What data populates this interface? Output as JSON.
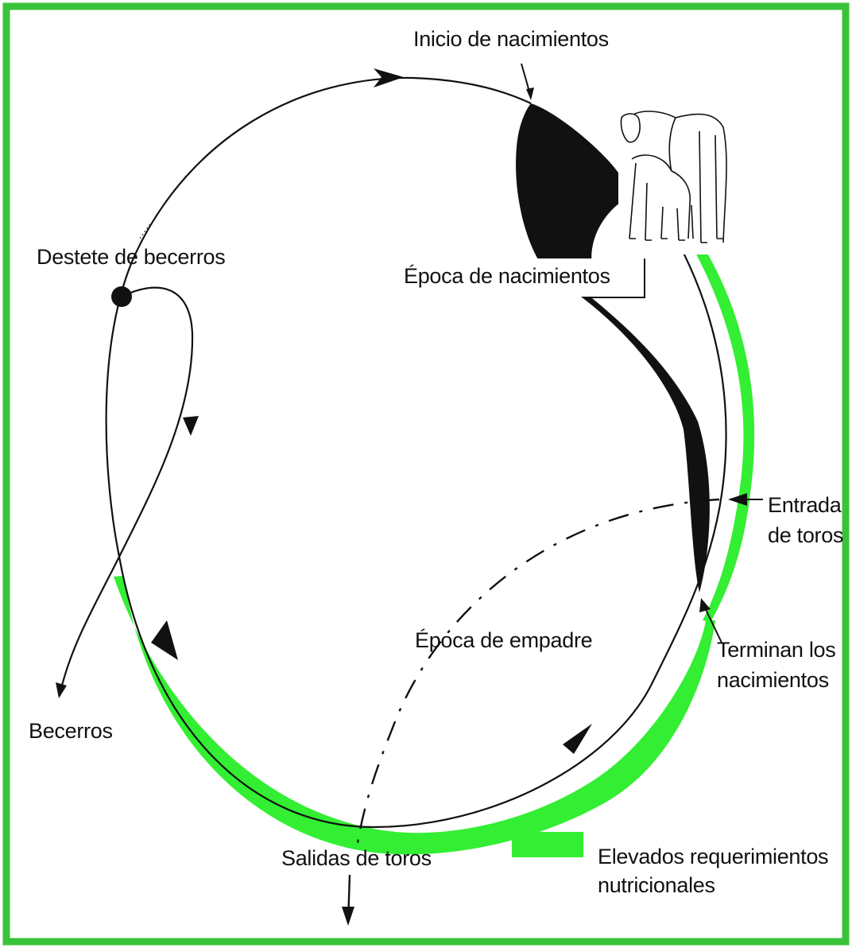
{
  "colors": {
    "frame_border": "#39c339",
    "nutrition_band": "#33ee33",
    "ink": "#111111",
    "background": "#ffffff"
  },
  "icons": {
    "cow_and_calf": "cow-calf-illustration"
  },
  "labels": {
    "inicio_nacimientos": "Inicio de nacimientos",
    "destete": "Destete de becerros",
    "epoca_nacimientos": "Época de nacimientos",
    "entrada_toros_1": "Entrada",
    "entrada_toros_2": "de toros",
    "epoca_empadre": "Época de empadre",
    "terminan_1": "Terminan los",
    "terminan_2": "nacimientos",
    "becerros": "Becerros",
    "salidas_toros": "Salidas de toros",
    "legend_1": "Elevados requerimientos",
    "legend_2": "nutricionales"
  }
}
